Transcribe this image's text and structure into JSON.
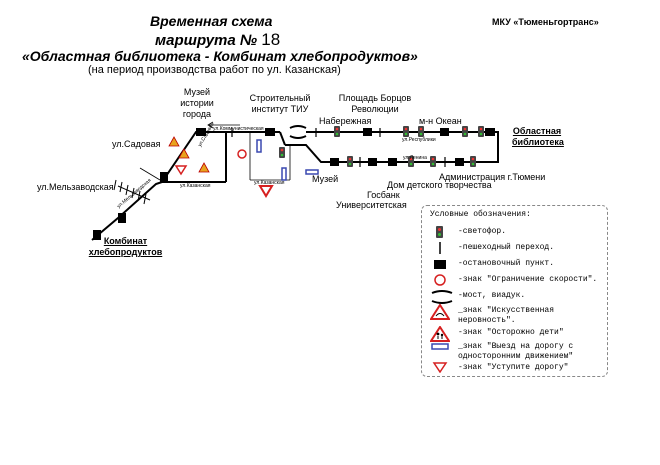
{
  "header": {
    "title_line1": "Временная схема",
    "title_line2_prefix": "маршрута №",
    "route_number": "18",
    "title_line3": "«Областная библиотека - Комбинат хлебопродуктов»",
    "subtitle": "(на период производства работ по ул. Казанская)",
    "organization": "МКУ «Тюменьгортранс»"
  },
  "map": {
    "stops": {
      "museum_history": "Музей истории города",
      "tiu": "Строительный институт ТИУ",
      "ploshchad_bortsov": "Площадь Борцов Революции",
      "naberezhnaya": "Набережная",
      "okean": "м-н Океан",
      "oblast_library": "Областная библиотека",
      "muzey": "Музей",
      "universitetskaya": "Университетская",
      "gosbank": "Госбанк",
      "dom_tvorchestva": "Дом детского творчества",
      "administration": "Администрация г.Тюмени",
      "kombinat": "Комбинат хлебопродуктов"
    },
    "streets": {
      "sadovaya": "ул.Садовая",
      "melzavodskaya": "ул.Мельзаводская",
      "melzavodskaya_small": "ул.Мельзаводская",
      "kommunisticheskaya": "ул.Коммунистическая",
      "kazanskaya_1": "ул.Казанская",
      "kazanskaya_2": "ул.Казанская",
      "respubliki": "ул.Республики",
      "lenina": "ул.Ленина",
      "sadovaya_small": "ул.Садовая"
    },
    "colors": {
      "route": "#000000",
      "sign_red": "#d62020",
      "sign_orange": "#e8a31e",
      "one_way_blue": "#3a49b0",
      "stop": "#000000"
    }
  },
  "legend": {
    "title": "Условные обозначения:",
    "items": [
      {
        "icon": "traffic-light-icon",
        "text": "-светофор."
      },
      {
        "icon": "crosswalk-icon",
        "text": "-пешеходный переход."
      },
      {
        "icon": "bus-stop-icon",
        "text": "-остановочный пункт."
      },
      {
        "icon": "speed-limit-sign-icon",
        "text": "-знак \"Ограничение скорости\"."
      },
      {
        "icon": "bridge-icon",
        "text": "-мост, виадук."
      },
      {
        "icon": "speed-bump-sign-icon",
        "text": "_знак \"Искусственная неровность\"."
      },
      {
        "icon": "children-sign-icon",
        "text": "-знак \"Осторожно дети\""
      },
      {
        "icon": "one-way-exit-sign-icon",
        "text": "_знак \"Выезд на дорогу с односторонним движением\""
      },
      {
        "icon": "give-way-sign-icon",
        "text": "-знак \"Уступите дорогу\""
      }
    ]
  }
}
